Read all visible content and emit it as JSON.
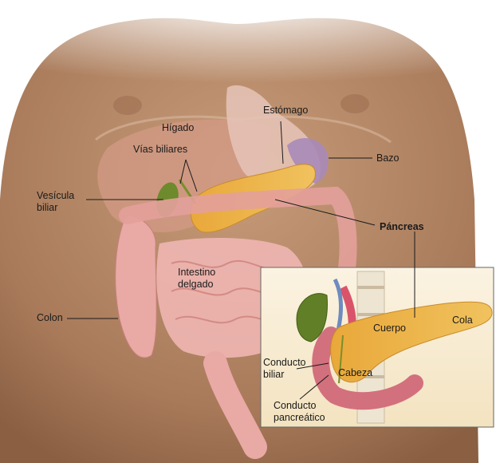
{
  "labels": {
    "higado": "Hígado",
    "estomago": "Estómago",
    "vias_biliares": "Vías biliares",
    "bazo": "Bazo",
    "vesicula_line1": "Vesícula",
    "vesicula_line2": "biliar",
    "pancreas": "Páncreas",
    "intestino_line1": "Intestino",
    "intestino_line2": "delgado",
    "colon": "Colon"
  },
  "inset_labels": {
    "cuerpo": "Cuerpo",
    "cola": "Cola",
    "conducto_biliar_line1": "Conducto",
    "conducto_biliar_line2": "biliar",
    "cabeza": "Cabeza",
    "conducto_pancreatico_line1": "Conducto",
    "conducto_pancreatico_line2": "pancreático"
  },
  "colors": {
    "skin": "#b08666",
    "pancreas": "#e8b34a",
    "intestine": "#e9a7a4",
    "liver": "#c97a66",
    "gallbladder": "#6f8a2f",
    "spleen": "#9c7fae",
    "inset_bg": "#f8eed6"
  }
}
